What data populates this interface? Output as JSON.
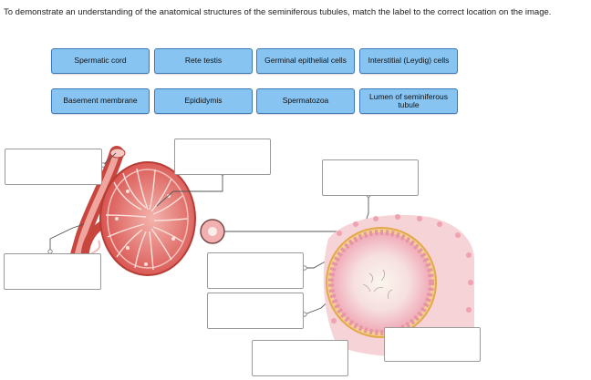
{
  "instruction": "To demonstrate an understanding of the anatomical structures of the seminiferous tubules, match the label to the correct location on the image.",
  "labels": [
    "Spermatic cord",
    "Rete testis",
    "Germinal epithelial cells",
    "Interstitial (Leydig) cells",
    "Basement membrane",
    "Epididymis",
    "Spermatozoa",
    "Lumen of seminiferous tubule"
  ],
  "colors": {
    "chip_fill": "#88c4f2",
    "chip_border": "#3c78b4",
    "tissue_red": "#d9534f",
    "tubule_pink": "#f2b8c2",
    "lumen_light": "#f8f2e8"
  }
}
